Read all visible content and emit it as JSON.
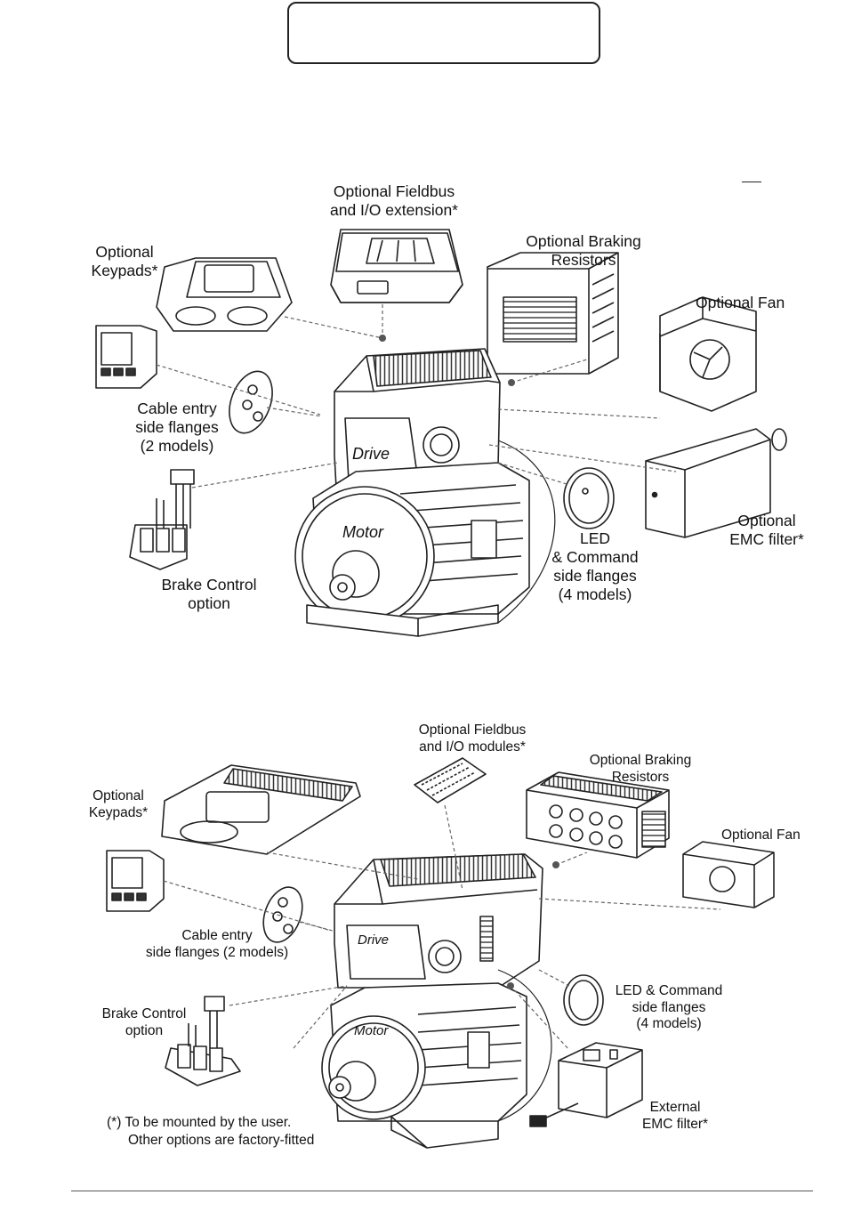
{
  "header": {
    "title": ""
  },
  "top_diagram": {
    "labels": {
      "fieldbus": [
        "Optional Fieldbus",
        "and I/O extension*"
      ],
      "keypads": [
        "Optional",
        "Keypads*"
      ],
      "braking": [
        "Optional Braking",
        "Resistors"
      ],
      "fan": "Optional Fan",
      "cable": [
        "Cable entry",
        "side flanges",
        "(2 models)"
      ],
      "emc": [
        "Optional",
        "EMC filter*"
      ],
      "led": [
        "LED",
        "& Command",
        "side flanges",
        "(4 models)"
      ],
      "brake": [
        "Brake Control",
        "option"
      ],
      "drive": "Drive",
      "motor": "Motor"
    }
  },
  "bottom_diagram": {
    "labels": {
      "fieldbus": [
        "Optional Fieldbus",
        "and I/O modules*"
      ],
      "braking": [
        "Optional Braking",
        "Resistors"
      ],
      "keypads": [
        "Optional",
        "Keypads*"
      ],
      "fan": "Optional Fan",
      "cable": [
        "Cable entry",
        "side flanges (2 models)"
      ],
      "led": [
        "LED & Command",
        "side flanges",
        "(4 models)"
      ],
      "brake": [
        "Brake Control",
        "option"
      ],
      "emc": [
        "External",
        "EMC filter*"
      ],
      "drive": "Drive",
      "motor": "Motor"
    },
    "note": [
      "(*) To be mounted by the user.",
      "Other options are factory-fitted"
    ]
  }
}
